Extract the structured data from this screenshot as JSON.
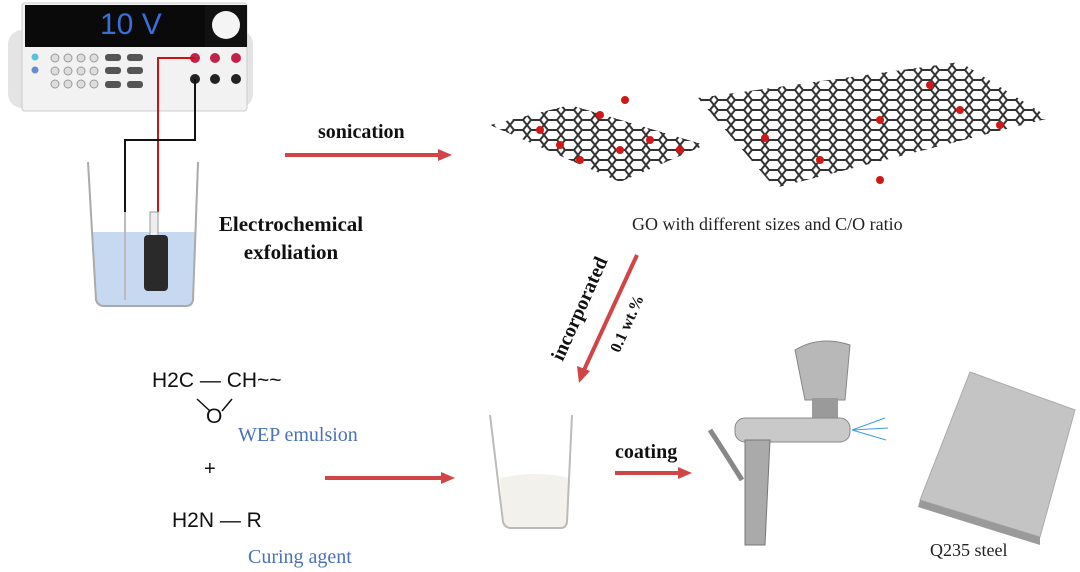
{
  "power_supply": {
    "display": "10 V"
  },
  "labels": {
    "electrochemical": "Electrochemical",
    "exfoliation": "exfoliation",
    "sonication": "sonication",
    "go_caption": "GO with different sizes and C/O ratio",
    "incorporated": "incorporated",
    "loading": "0.1 wt.%",
    "coating": "coating",
    "steel": "Q235 steel"
  },
  "chemistry": {
    "epoxy_left": "H2C",
    "epoxy_dash": "—",
    "epoxy_right": "CH~~",
    "epoxy_oxygen": "O",
    "wep_label": "WEP emulsion",
    "plus": "+",
    "amine": "H2N — R",
    "curing_label": "Curing agent"
  },
  "colors": {
    "arrow": "#d04545",
    "label_blue": "#4a72b8",
    "display_text": "#3a6fd8"
  }
}
